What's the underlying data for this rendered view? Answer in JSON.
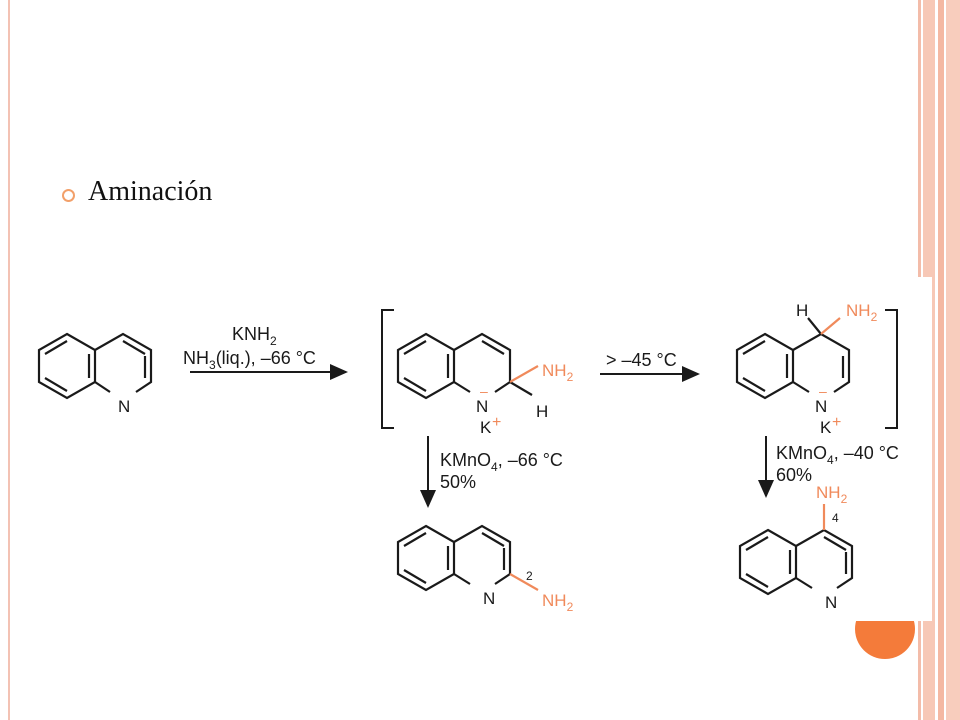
{
  "slide": {
    "bullet_text": "Aminación",
    "accent_color": "#f47b3a",
    "bond_color": "#1a1a1a",
    "highlight_color": "#f08a5b"
  },
  "scheme": {
    "step1_reagent": "KNH",
    "step1_reagent_sub": "2",
    "step1_conditions_a": "NH",
    "step1_conditions_sub": "3",
    "step1_conditions_b": "(liq.), –66 °C",
    "step2_conditions": "> –45 °C",
    "oxidation_left_reagent": "KMnO",
    "oxidation_left_sub": "4",
    "oxidation_left_conditions": ", –66 °C",
    "oxidation_left_yield": "50%",
    "oxidation_right_reagent": "KMnO",
    "oxidation_right_sub": "4",
    "oxidation_right_conditions": ", –40 °C",
    "oxidation_right_yield": "60%",
    "label_N": "N",
    "label_NH": "NH",
    "label_NH_sub": "2",
    "label_H": "H",
    "label_K": "K",
    "label_plus": "+",
    "label_minus": "–",
    "locant_2": "2",
    "locant_4": "4"
  }
}
